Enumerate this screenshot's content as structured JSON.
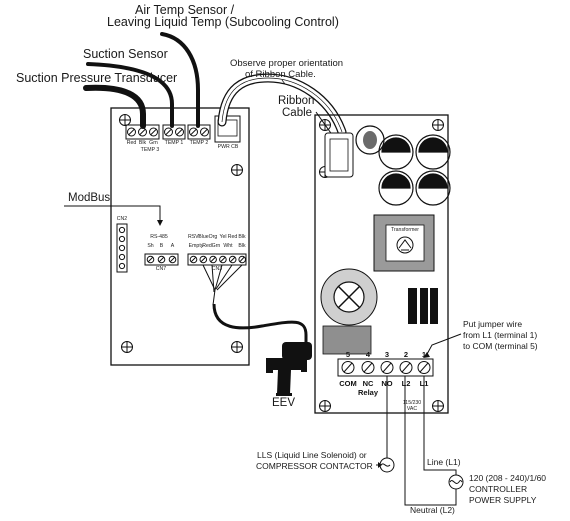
{
  "sensors": {
    "air_temp_line1": "Air Temp Sensor /",
    "air_temp_line2": "Leaving Liquid Temp (Subcooling Control)",
    "suction_sensor": "Suction Sensor",
    "suction_pressure": "Suction Pressure Transducer",
    "modbus": "ModBus"
  },
  "notes": {
    "orientation_line1": "Observe proper orientation",
    "orientation_line2": "of Ribbon Cable.",
    "ribbon_line1": "Ribbon",
    "ribbon_line2": "Cable",
    "jumper_line1": "Put jumper wire",
    "jumper_line2": "from L1 (terminal 1)",
    "jumper_line3": "to COM (terminal 5)"
  },
  "controller_board": {
    "temp3_pins": [
      "Red",
      "Blk",
      "Grn"
    ],
    "temp3_label": "TEMP 3",
    "temp1_label": "TEMP 1",
    "temp2_label": "TEMP 2",
    "pwr_cb": "PWR CB",
    "cn2": "CN2",
    "cn7": "CN7",
    "cn3": "CN3",
    "cn7_top": [
      "RS-485",
      "Sh",
      "B",
      "A"
    ],
    "cn3_top": [
      "RSV-",
      "Blue",
      "Org",
      "Yel",
      "Red",
      "Blk"
    ],
    "cn3_bottom": [
      "Empty",
      "Red",
      "Grn",
      "Wht",
      "Blk"
    ],
    "eev": "EEV"
  },
  "power_board": {
    "transformer": "Transformer",
    "terminal_numbers": [
      "5",
      "4",
      "3",
      "2",
      "1"
    ],
    "terminal_labels": [
      "COM",
      "NC",
      "NO",
      "L2",
      "L1"
    ],
    "relay": "Relay",
    "voltage_line1": "115/230",
    "voltage_line2": "VAC"
  },
  "wiring": {
    "lls_line1": "LLS (Liquid Line Solenoid) or",
    "lls_line2": "COMPRESSOR CONTACTOR",
    "line_l1": "Line (L1)",
    "neutral_l2": "Neutral (L2)",
    "supply_line1": "120 (208 - 240)/1/60",
    "supply_line2": "CONTROLLER",
    "supply_line3": "POWER SUPPLY"
  }
}
